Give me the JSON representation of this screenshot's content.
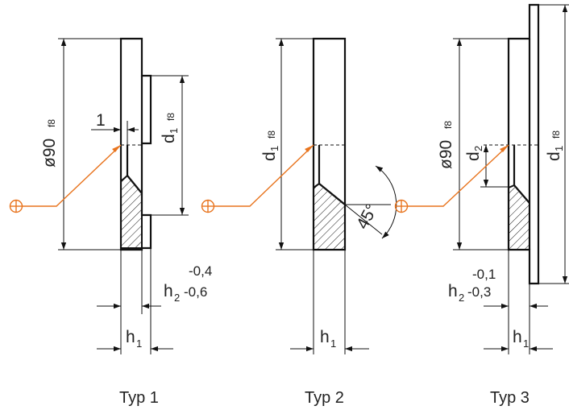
{
  "colors": {
    "line": "#111111",
    "leader": "#e8741e",
    "text": "#222222"
  },
  "icons": {
    "datum_symbol": "circle-cross-icon"
  },
  "views": [
    {
      "caption": "Typ 1",
      "dims": {
        "outer_dia": "ø90",
        "outer_tol": "f8",
        "d1": "d",
        "d1_sub": "1",
        "d1_tol": "f8",
        "gap": "1",
        "h2": "h",
        "h2_sub": "2",
        "h2_upper": "-0,4",
        "h2_lower": "-0,6",
        "h1": "h",
        "h1_sub": "1"
      }
    },
    {
      "caption": "Typ 2",
      "dims": {
        "d1": "d",
        "d1_sub": "1",
        "d1_tol": "f8",
        "angle": "45°",
        "h1": "h",
        "h1_sub": "1"
      }
    },
    {
      "caption": "Typ 3",
      "dims": {
        "outer_dia": "ø90",
        "outer_tol": "f8",
        "d2": "d",
        "d2_sub": "2",
        "d1": "d",
        "d1_sub": "1",
        "d1_tol": "f8",
        "h2": "h",
        "h2_sub": "2",
        "h2_upper": "-0,1",
        "h2_lower": "-0,3",
        "h1": "h",
        "h1_sub": "1"
      }
    }
  ]
}
